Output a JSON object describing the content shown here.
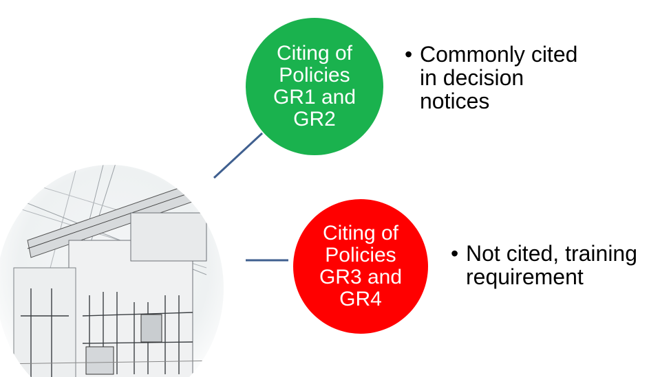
{
  "colors": {
    "node_1": "#1ab24e",
    "node_2": "#ff0000",
    "connector": "#3f5f8f"
  },
  "image": {
    "name": "building-sketch",
    "description": "Architectural line sketch of a modern building inside a circular vignette"
  },
  "nodes": [
    {
      "lines": [
        "Citing of",
        "Policies",
        "GR1 and",
        "GR2"
      ]
    },
    {
      "lines": [
        "Citing of",
        "Policies",
        "GR3 and",
        "GR4"
      ]
    }
  ],
  "bullets": [
    {
      "marker": "•",
      "lines": [
        "Commonly cited",
        "in decision",
        "notices"
      ]
    },
    {
      "marker": "•",
      "lines": [
        "Not cited, training",
        "requirement"
      ]
    }
  ]
}
